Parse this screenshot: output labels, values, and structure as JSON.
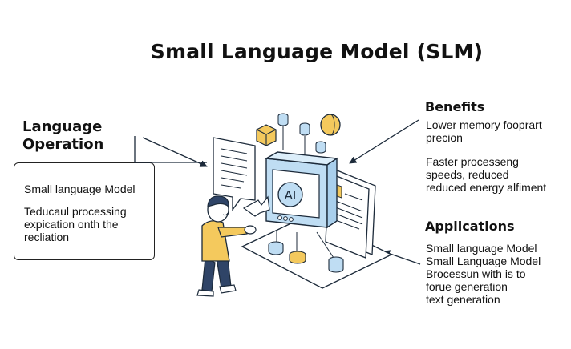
{
  "title": "Small Language Model (SLM)",
  "left_section": {
    "heading_line1": "Language",
    "heading_line2": "Operation",
    "box_line1": "Small language Model",
    "box_para": [
      "Teducaul processing",
      "expication onth the",
      "recliation"
    ]
  },
  "benefits": {
    "heading": "Benefits",
    "items": [
      [
        "Lower memory fooprart",
        "precion"
      ],
      [
        "Faster processeng",
        "speeds, reduced",
        "reduced energy alfiment"
      ]
    ]
  },
  "applications": {
    "heading": "Applications",
    "lines": [
      "Small language Model",
      "Small Language Model",
      "Brocessun with is to",
      "forue generation",
      "text generation"
    ]
  },
  "illustration": {
    "chip_label": "AI",
    "icons": [
      "person-icon",
      "document-icon",
      "chip-icon",
      "database-icon",
      "cube-icon",
      "coin-icon"
    ],
    "colors": {
      "accent_yellow": "#F4C95D",
      "accent_blue": "#BFDDF3",
      "outline": "#1c2a3a",
      "person_pants": "#2F4467"
    }
  }
}
